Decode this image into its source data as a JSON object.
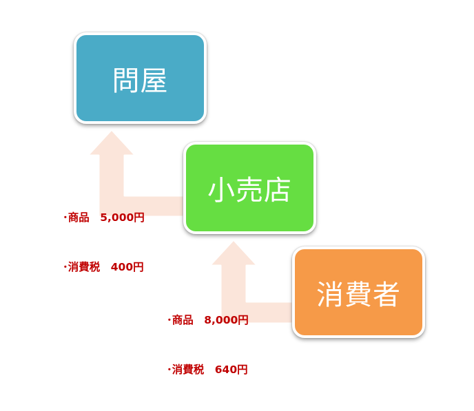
{
  "colors": {
    "wholesaler": "#4aabc7",
    "retailer": "#66de42",
    "consumer": "#f69a48",
    "arrow_fill": "#fbe5da",
    "note_text": "#c00000"
  },
  "diagram": {
    "boxes": {
      "wholesaler": {
        "label": "問屋"
      },
      "retailer": {
        "label": "小売店"
      },
      "consumer": {
        "label": "消費者"
      }
    },
    "notes": {
      "upper": {
        "line1": "･商品　5,000円",
        "line2": "･消費税　400円"
      },
      "lower": {
        "line1": "･商品　8,000円",
        "line2": "･消費税　640円"
      }
    }
  }
}
